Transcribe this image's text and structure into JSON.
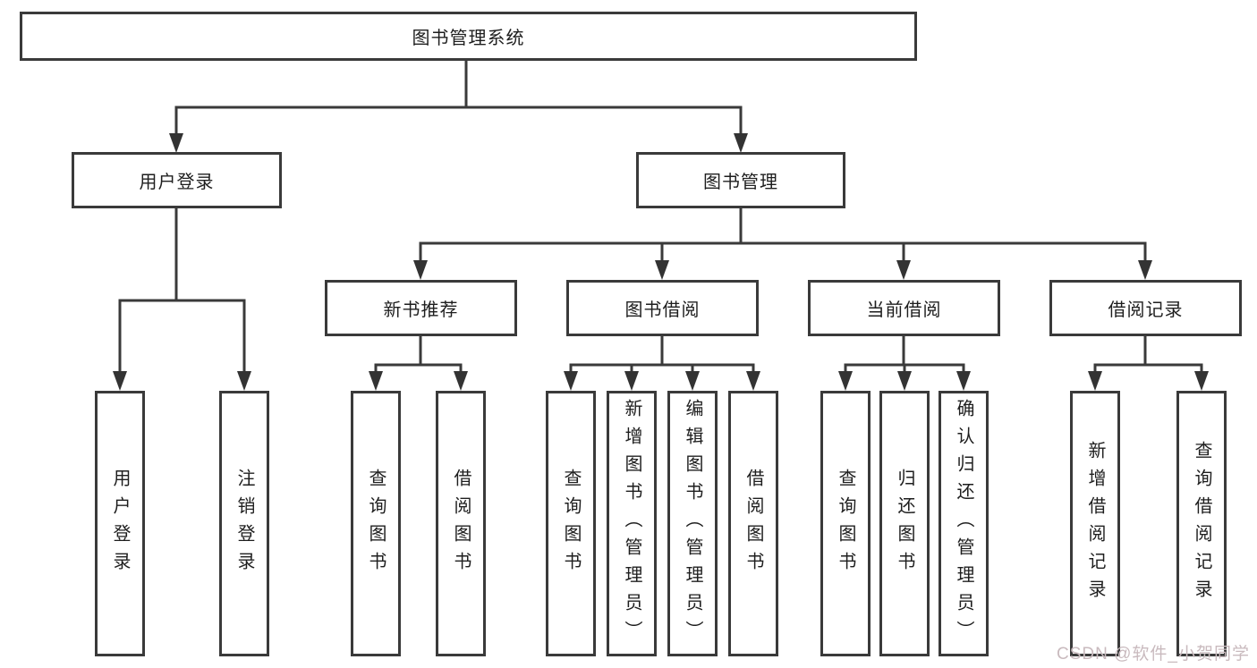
{
  "diagram_title": "图书管理系统",
  "nodes": {
    "root": "图书管理系统",
    "user_login": "用户登录",
    "book_mgmt": "图书管理",
    "new_book": "新书推荐",
    "book_borrow": "图书借阅",
    "current_borrow": "当前借阅",
    "borrow_records": "借阅记录",
    "leaf_user_login": "用户登录",
    "leaf_logout": "注销登录",
    "leaf_nb_query": "查询图书",
    "leaf_nb_borrow": "借阅图书",
    "leaf_bb_query": "查询图书",
    "leaf_bb_add": "新增图书（管理员）",
    "leaf_bb_edit": "编辑图书（管理员）",
    "leaf_bb_borrow": "借阅图书",
    "leaf_cb_query": "查询图书",
    "leaf_cb_return": "归还图书",
    "leaf_cb_confirm": "确认归还（管理员）",
    "leaf_br_add": "新增借阅记录",
    "leaf_br_query": "查询借阅记录"
  },
  "hierarchy": [
    {
      "parent": "图书管理系统",
      "children": [
        "用户登录",
        "图书管理"
      ]
    },
    {
      "parent": "用户登录",
      "children": [
        "用户登录",
        "注销登录"
      ]
    },
    {
      "parent": "图书管理",
      "children": [
        "新书推荐",
        "图书借阅",
        "当前借阅",
        "借阅记录"
      ]
    },
    {
      "parent": "新书推荐",
      "children": [
        "查询图书",
        "借阅图书"
      ]
    },
    {
      "parent": "图书借阅",
      "children": [
        "查询图书",
        "新增图书（管理员）",
        "编辑图书（管理员）",
        "借阅图书"
      ]
    },
    {
      "parent": "当前借阅",
      "children": [
        "查询图书",
        "归还图书",
        "确认归还（管理员）"
      ]
    },
    {
      "parent": "借阅记录",
      "children": [
        "新增借阅记录",
        "查询借阅记录"
      ]
    }
  ],
  "watermark": "CSDN @软件_小贺同学",
  "colors": {
    "line": "#3a3a3a",
    "box_border": "#3a3a3a",
    "box_fill": "#ffffff",
    "text": "#1e1e1e",
    "watermark": "#c9babe",
    "background": "#ffffff"
  }
}
